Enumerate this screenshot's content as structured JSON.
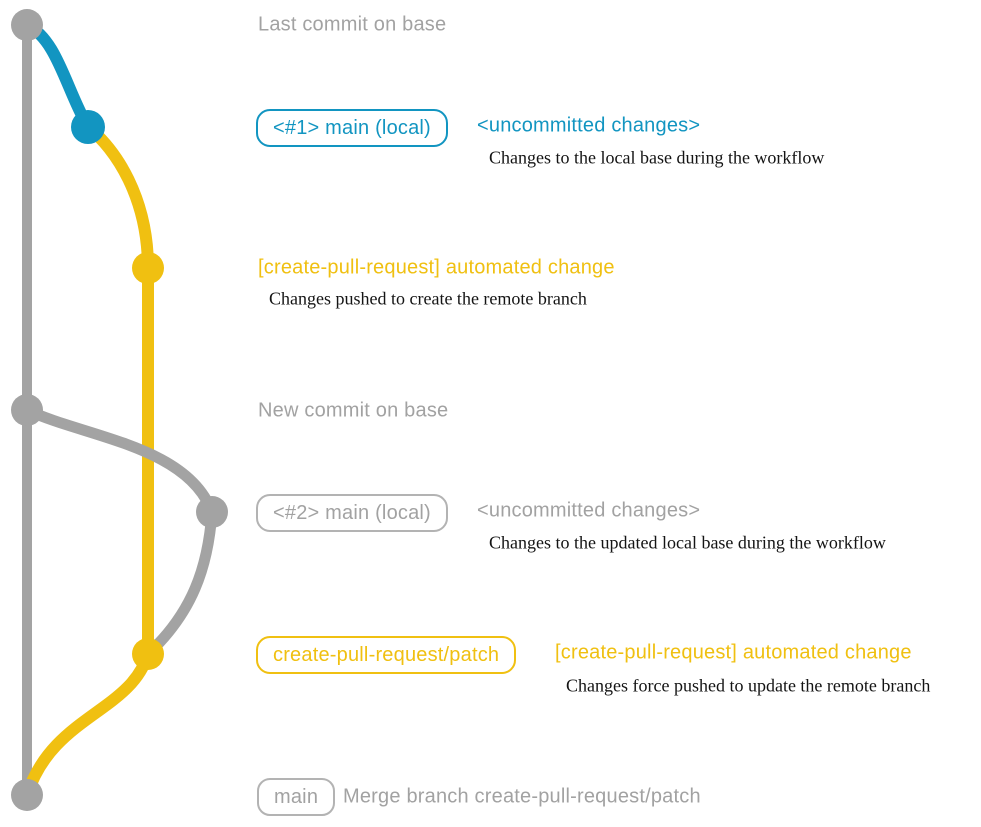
{
  "colors": {
    "base-gray": "#a3a3a3",
    "text-gray": "#a2a2a2",
    "pill-gray": "#b3b3b3",
    "teal": "#1295c1",
    "yellow": "#f0c011",
    "caption-black": "#141414"
  },
  "rows": {
    "r1": {
      "heading": "Last commit on base"
    },
    "r2": {
      "branch_label": "<#1> main (local)",
      "message": "<uncommitted changes>",
      "caption": "Changes to the local base during the workflow"
    },
    "r3": {
      "message": "[create-pull-request] automated change",
      "caption": "Changes pushed to create the remote branch"
    },
    "r4": {
      "heading": "New commit on base"
    },
    "r5": {
      "branch_label": "<#2> main (local)",
      "message": "<uncommitted changes>",
      "caption": "Changes to the updated local base during the workflow"
    },
    "r6": {
      "branch_label": "create-pull-request/patch",
      "message": "[create-pull-request] automated change",
      "caption": "Changes force pushed to update the remote branch"
    },
    "r7": {
      "branch_label": "main",
      "message": "Merge branch create-pull-request/patch"
    }
  }
}
